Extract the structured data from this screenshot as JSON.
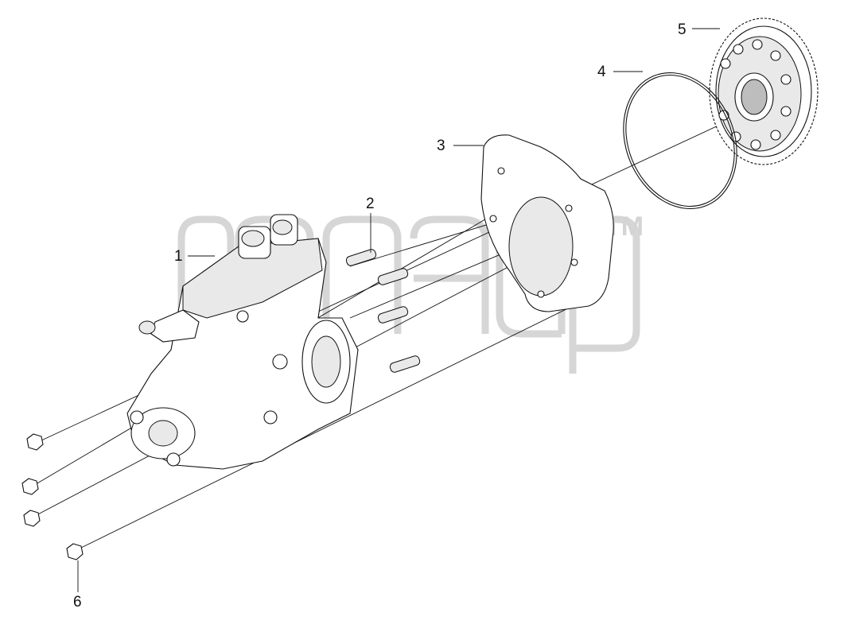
{
  "diagram": {
    "callouts": [
      {
        "id": "1",
        "label": "1"
      },
      {
        "id": "2",
        "label": "2"
      },
      {
        "id": "3",
        "label": "3"
      },
      {
        "id": "4",
        "label": "4"
      },
      {
        "id": "5",
        "label": "5"
      },
      {
        "id": "6",
        "label": "6"
      }
    ],
    "watermark": {
      "trademark": "TM"
    },
    "colors": {
      "line": "#111111",
      "watermark": "#cfcfcf",
      "background": "#ffffff"
    }
  }
}
